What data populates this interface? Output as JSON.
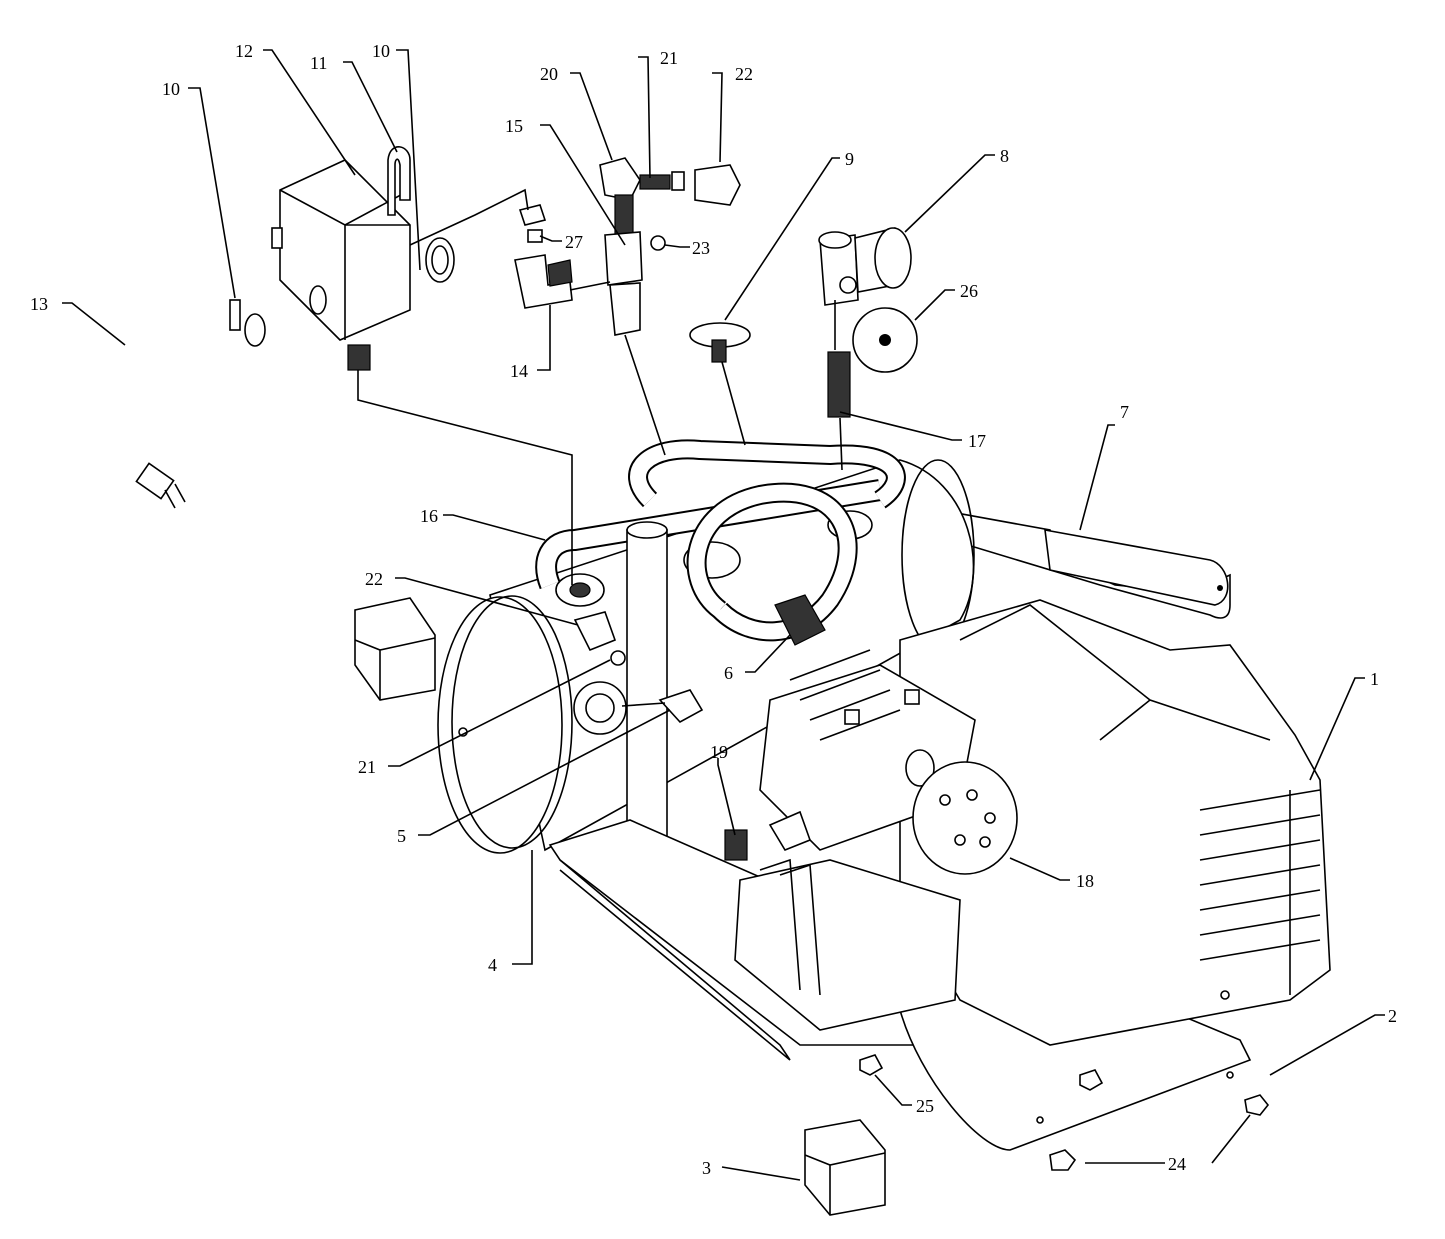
{
  "diagram": {
    "type": "exploded-parts-diagram",
    "line_color": "#000000",
    "background": "#ffffff",
    "callouts": [
      {
        "id": "c1",
        "label": "1"
      },
      {
        "id": "c2",
        "label": "2"
      },
      {
        "id": "c3",
        "label": "3"
      },
      {
        "id": "c4",
        "label": "4"
      },
      {
        "id": "c5",
        "label": "5"
      },
      {
        "id": "c6",
        "label": "6"
      },
      {
        "id": "c7",
        "label": "7"
      },
      {
        "id": "c8",
        "label": "8"
      },
      {
        "id": "c9",
        "label": "9"
      },
      {
        "id": "c10a",
        "label": "10"
      },
      {
        "id": "c10b",
        "label": "10"
      },
      {
        "id": "c11",
        "label": "11"
      },
      {
        "id": "c12",
        "label": "12"
      },
      {
        "id": "c13",
        "label": "13"
      },
      {
        "id": "c14",
        "label": "14"
      },
      {
        "id": "c15",
        "label": "15"
      },
      {
        "id": "c16",
        "label": "16"
      },
      {
        "id": "c17",
        "label": "17"
      },
      {
        "id": "c18",
        "label": "18"
      },
      {
        "id": "c19",
        "label": "19"
      },
      {
        "id": "c20",
        "label": "20"
      },
      {
        "id": "c21a",
        "label": "21"
      },
      {
        "id": "c21b",
        "label": "21"
      },
      {
        "id": "c22a",
        "label": "22"
      },
      {
        "id": "c22b",
        "label": "22"
      },
      {
        "id": "c23",
        "label": "23"
      },
      {
        "id": "c24",
        "label": "24"
      },
      {
        "id": "c25",
        "label": "25"
      },
      {
        "id": "c26",
        "label": "26"
      },
      {
        "id": "c27",
        "label": "27"
      }
    ]
  }
}
